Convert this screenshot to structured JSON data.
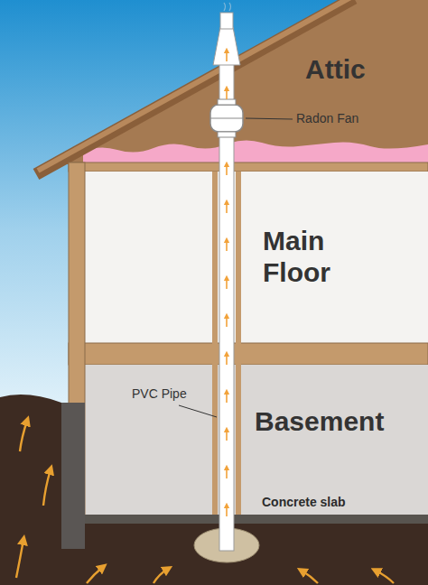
{
  "diagram": {
    "labels": [
      "Attic",
      "Radon Fan",
      "Main Floor",
      "PVC Pipe",
      "Basement",
      "Concrete slab"
    ]
  }
}
